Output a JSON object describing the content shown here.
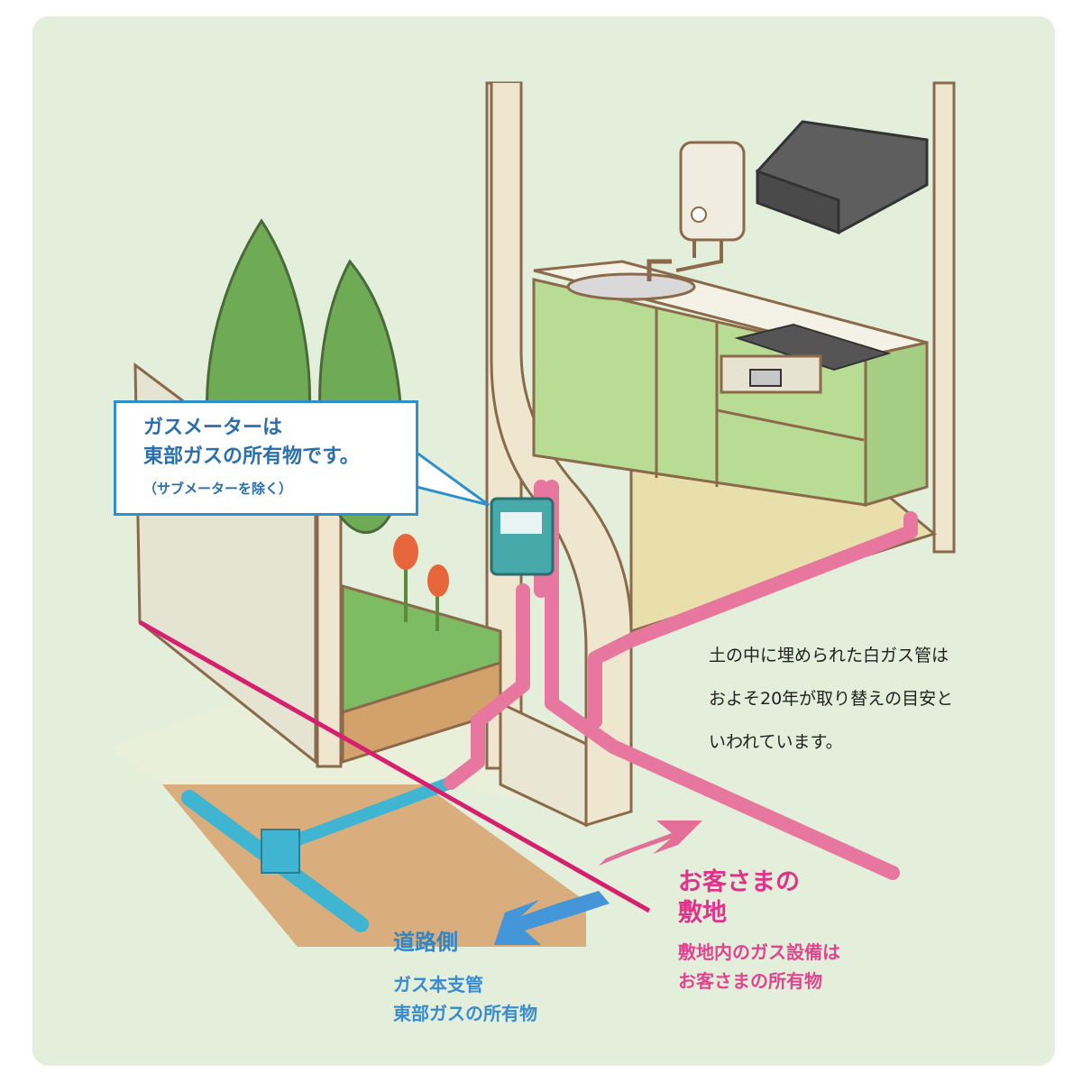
{
  "callout": {
    "line1": "ガスメーターは",
    "line2": "東部ガスの所有物です。",
    "note": "（サブメーターを除く）"
  },
  "info": {
    "line1": "土の中に埋められた白ガス管は",
    "line2": "およそ20年が取り替えの目安と",
    "line3": "いわれています。"
  },
  "road_side": {
    "title": "道路側",
    "line1": "ガス本支管",
    "line2": "東部ガスの所有物"
  },
  "customer_side": {
    "title_line1": "お客さまの",
    "title_line2": "敷地",
    "line1": "敷地内のガス設備は",
    "line2": "お客さまの所有物"
  },
  "colors": {
    "panel_bg": "#e3eedb",
    "owned_pipe": "#e7779f",
    "road_pipe": "#3fb5d2",
    "boundary_line": "#d6206f",
    "road_arrow": "#4596d8",
    "customer_arrow": "#e36e98",
    "callout_border": "#2f8fcb"
  },
  "icons": {
    "gas_meter": "gas-meter-icon",
    "water_heater": "water-heater-icon",
    "range_hood": "range-hood-icon",
    "gas_stove": "gas-stove-icon",
    "tree": "tree-icon",
    "tulip": "tulip-icon"
  }
}
